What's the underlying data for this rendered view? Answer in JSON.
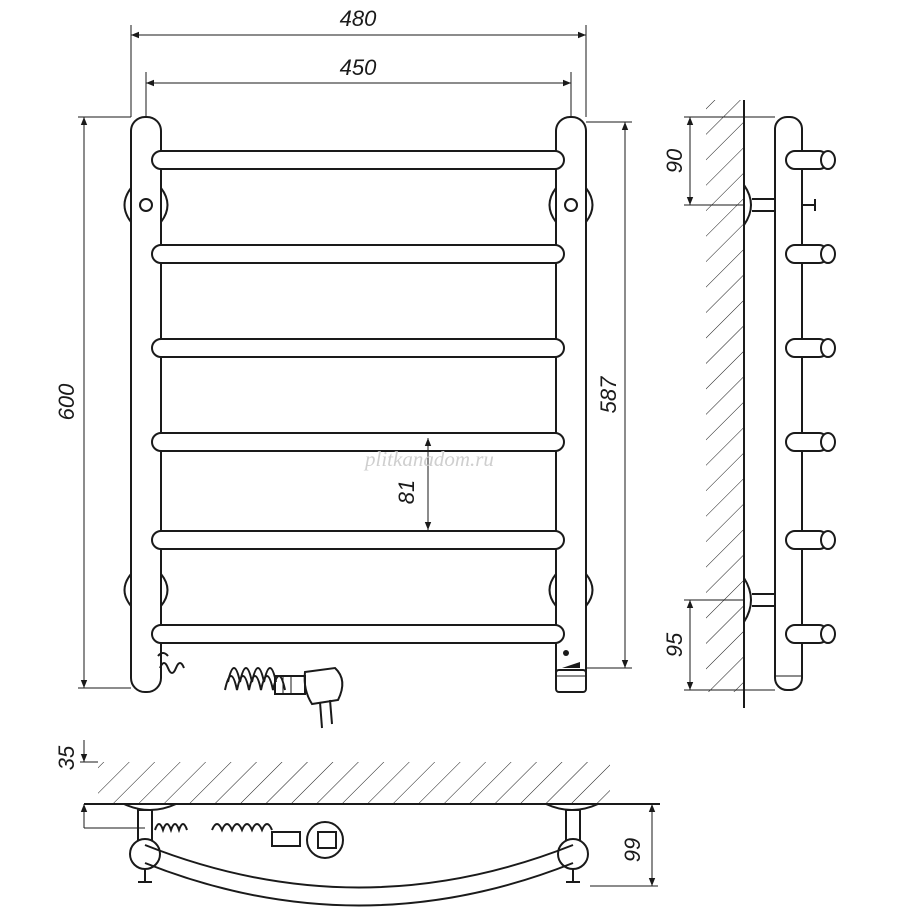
{
  "dimensions": {
    "overall_width": "480",
    "tube_spacing": "450",
    "overall_height": "600",
    "mount_spacing": "587",
    "rung_pitch": "81",
    "top_mount_offset": "90",
    "bottom_mount_offset": "95",
    "wall_gap": "35",
    "depth": "99"
  },
  "watermark": "plitkanadom.ru",
  "rung_count": 6
}
